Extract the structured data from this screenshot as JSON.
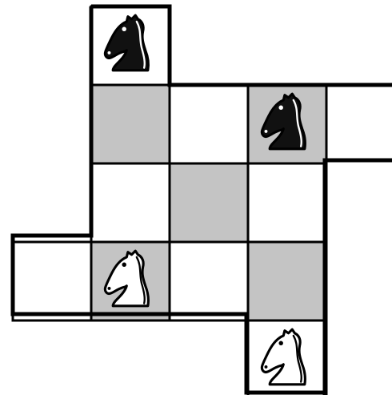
{
  "puzzle": {
    "type": "knight-swap",
    "cells": [
      {
        "id": "r0c1",
        "row": 0,
        "col": 1,
        "shade": "light",
        "piece": "black-knight"
      },
      {
        "id": "r1c1",
        "row": 1,
        "col": 1,
        "shade": "dark",
        "piece": null
      },
      {
        "id": "r1c2",
        "row": 1,
        "col": 2,
        "shade": "light",
        "piece": null
      },
      {
        "id": "r1c3",
        "row": 1,
        "col": 3,
        "shade": "dark",
        "piece": "black-knight"
      },
      {
        "id": "r2c1",
        "row": 2,
        "col": 1,
        "shade": "light",
        "piece": null
      },
      {
        "id": "r2c2",
        "row": 2,
        "col": 2,
        "shade": "dark",
        "piece": null
      },
      {
        "id": "r2c3",
        "row": 2,
        "col": 3,
        "shade": "light",
        "piece": null
      },
      {
        "id": "r3c0",
        "row": 3,
        "col": 0,
        "shade": "light",
        "piece": null
      },
      {
        "id": "r3c1",
        "row": 3,
        "col": 1,
        "shade": "dark",
        "piece": "white-knight"
      },
      {
        "id": "r3c2",
        "row": 3,
        "col": 2,
        "shade": "light",
        "piece": null
      },
      {
        "id": "r3c3",
        "row": 3,
        "col": 3,
        "shade": "dark",
        "piece": null
      },
      {
        "id": "r4c3",
        "row": 4,
        "col": 3,
        "shade": "light",
        "piece": "white-knight"
      }
    ]
  },
  "colors": {
    "light_square": "#ffffff",
    "dark_square": "#c4c4c4",
    "border": "#000000",
    "black_piece": "#111111",
    "white_piece": "#ffffff"
  },
  "icons": {
    "black-knight": "black-knight-icon",
    "white-knight": "white-knight-icon"
  }
}
